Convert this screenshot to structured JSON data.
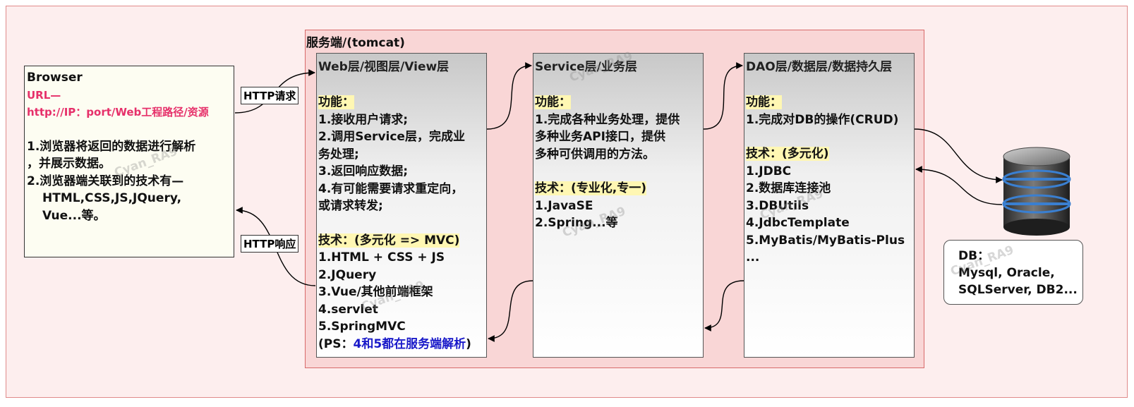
{
  "browser": {
    "title": "Browser",
    "url_label": "URL—",
    "url": "http://IP：port/Web工程路径/资源",
    "item1_a": "1.浏览器将返回的数据进行解析",
    "item1_b": "，并展示数据。",
    "item2_a": "2.浏览器端关联到的技术有—",
    "item2_b": "HTML,CSS,JS,JQuery,",
    "item2_c": "Vue...等。"
  },
  "http": {
    "request": "HTTP请求",
    "response": "HTTP响应"
  },
  "server": {
    "title": "服务端/(tomcat)"
  },
  "web_layer": {
    "title": "Web层/视图层/View层",
    "func_label": "功能：",
    "func": [
      "1.接收用户请求;",
      "2.调用Service层，完成业",
      "务处理;",
      "3.返回响应数据;",
      "4.有可能需要请求重定向，",
      "或请求转发;"
    ],
    "tech_label": "技术：(多元化 => MVC)",
    "tech": [
      "1.HTML + CSS + JS",
      "2.JQuery",
      "3.Vue/其他前端框架",
      "4.servlet",
      "5.SpringMVC"
    ],
    "ps_prefix": "(PS：",
    "ps_text": "4和5都在服务端解析",
    "ps_suffix": ")"
  },
  "service_layer": {
    "title": "Service层/业务层",
    "func_label": "功能：",
    "func": [
      "1.完成各种业务处理，提供",
      "多种业务API接口，提供",
      "多种可供调用的方法。"
    ],
    "tech_label": "技术：(专业化,专一)",
    "tech": [
      "1.JavaSE",
      "2.Spring...等"
    ]
  },
  "dao_layer": {
    "title": "DAO层/数据层/数据持久层",
    "func_label": "功能：",
    "func": [
      "1.完成对DB的操作(CRUD)"
    ],
    "tech_label": "技术：(多元化)",
    "tech": [
      "1.JDBC",
      "2.数据库连接池",
      "3.DBUtils",
      "4.JdbcTemplate",
      "5.MyBatis/MyBatis-Plus",
      "..."
    ]
  },
  "db": {
    "label": "DB：",
    "line1": "Mysql, Oracle,",
    "line2": "SQLServer, DB2..."
  },
  "watermark": "Cyan_RA9",
  "colors": {
    "outer_bg": "#fdeeee",
    "server_bg": "#f9d6d6",
    "url_color": "#e6306a",
    "ps_color": "#1a1ac9",
    "highlight": "#fff7b3"
  }
}
